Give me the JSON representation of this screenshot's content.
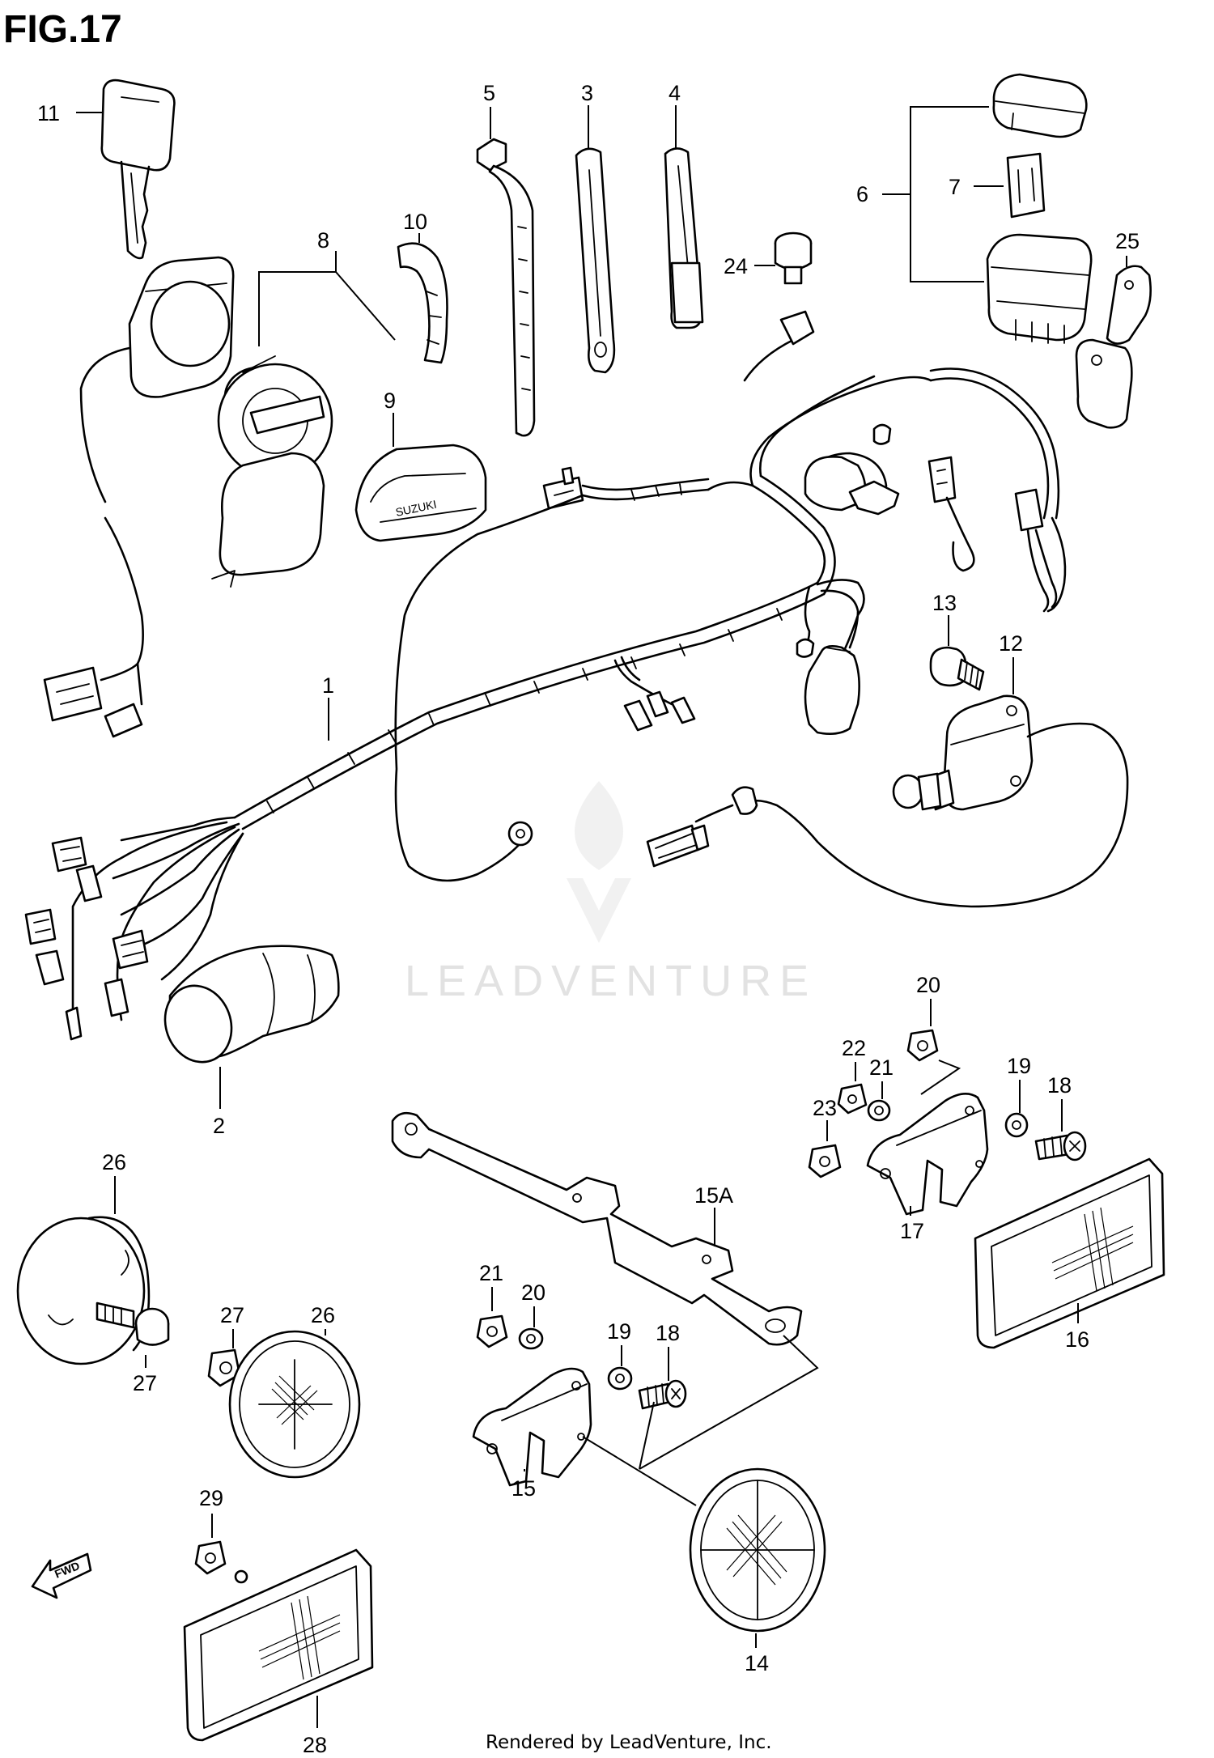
{
  "figure": {
    "title": "FIG.17"
  },
  "watermark": {
    "text": "LEADVENTURE"
  },
  "footer": {
    "text": "Rendered by LeadVenture, Inc."
  },
  "parts": {
    "wiring_harness": "1",
    "ignition_coil": "2",
    "clamp_a": "3",
    "clamp_b": "4",
    "clamp_c": "5",
    "starter_relay": "6",
    "fuse": "7",
    "ignition_switch": "8",
    "switch_cover": "9",
    "switch_plate": "10",
    "key": "11",
    "neutral_switch": "12",
    "screw_13": "13",
    "turn_signal_rear": "14",
    "bracket_15": "15",
    "bracket_15a": "15A",
    "turn_signal_side": "16",
    "bracket_17": "17",
    "bolt_18": "18",
    "washer_19": "19",
    "nut_20": "20",
    "washer_21": "21",
    "nut_22": "22",
    "nut_23": "23",
    "cap_24": "24",
    "bracket_25": "25",
    "horn_26": "26",
    "nut_27": "27",
    "reflector_28": "28",
    "nut_29": "29"
  },
  "fwd_label": "FWD"
}
